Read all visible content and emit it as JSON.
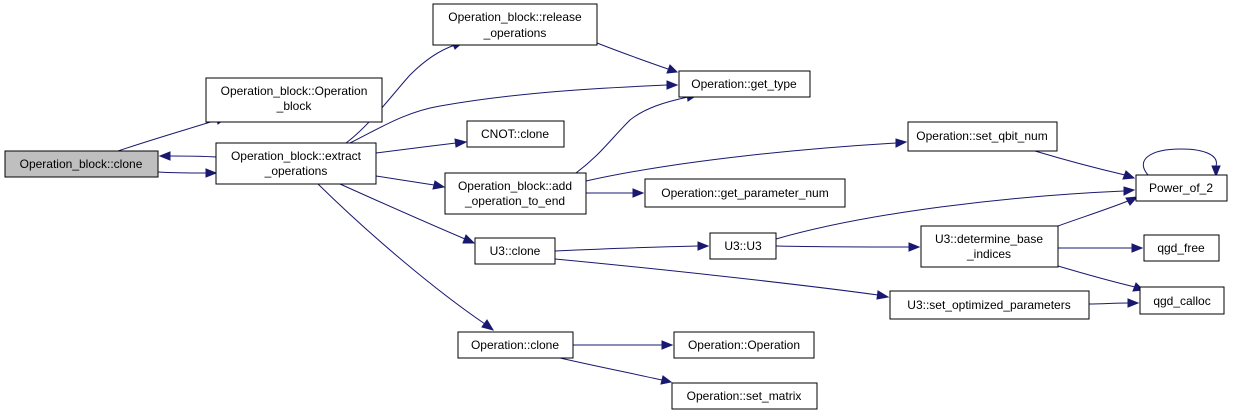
{
  "graph": {
    "nodes": {
      "ob_clone": {
        "lines": [
          "Operation_block::clone"
        ]
      },
      "ob_ctor": {
        "lines": [
          "Operation_block::Operation",
          "_block"
        ]
      },
      "ob_extract": {
        "lines": [
          "Operation_block::extract",
          "_operations"
        ]
      },
      "ob_release": {
        "lines": [
          "Operation_block::release",
          "_operations"
        ]
      },
      "op_get_type": {
        "lines": [
          "Operation::get_type"
        ]
      },
      "cnot_clone": {
        "lines": [
          "CNOT::clone"
        ]
      },
      "ob_add": {
        "lines": [
          "Operation_block::add",
          "_operation_to_end"
        ]
      },
      "op_set_qbit": {
        "lines": [
          "Operation::set_qbit_num"
        ]
      },
      "op_get_param": {
        "lines": [
          "Operation::get_parameter_num"
        ]
      },
      "power2": {
        "lines": [
          "Power_of_2"
        ]
      },
      "u3_clone": {
        "lines": [
          "U3::clone"
        ]
      },
      "u3_u3": {
        "lines": [
          "U3::U3"
        ]
      },
      "u3_det": {
        "lines": [
          "U3::determine_base",
          "_indices"
        ]
      },
      "qgd_free": {
        "lines": [
          "qgd_free"
        ]
      },
      "u3_setopt": {
        "lines": [
          "U3::set_optimized_parameters"
        ]
      },
      "qgd_calloc": {
        "lines": [
          "qgd_calloc"
        ]
      },
      "op_clone": {
        "lines": [
          "Operation::clone"
        ]
      },
      "op_ctor": {
        "lines": [
          "Operation::Operation"
        ]
      },
      "op_setmat": {
        "lines": [
          "Operation::set_matrix"
        ]
      }
    },
    "edges": [
      [
        "ob_clone",
        "ob_ctor"
      ],
      [
        "ob_clone",
        "ob_extract"
      ],
      [
        "ob_extract",
        "ob_clone"
      ],
      [
        "ob_extract",
        "ob_release"
      ],
      [
        "ob_extract",
        "op_get_type"
      ],
      [
        "ob_extract",
        "cnot_clone"
      ],
      [
        "ob_extract",
        "ob_add"
      ],
      [
        "ob_extract",
        "u3_clone"
      ],
      [
        "ob_extract",
        "op_clone"
      ],
      [
        "ob_release",
        "op_get_type"
      ],
      [
        "ob_add",
        "op_get_type"
      ],
      [
        "ob_add",
        "op_set_qbit"
      ],
      [
        "ob_add",
        "op_get_param"
      ],
      [
        "op_set_qbit",
        "power2"
      ],
      [
        "power2",
        "power2"
      ],
      [
        "u3_clone",
        "u3_u3"
      ],
      [
        "u3_clone",
        "u3_setopt"
      ],
      [
        "u3_u3",
        "power2"
      ],
      [
        "u3_u3",
        "u3_det"
      ],
      [
        "u3_det",
        "power2"
      ],
      [
        "u3_det",
        "qgd_free"
      ],
      [
        "u3_det",
        "qgd_calloc"
      ],
      [
        "u3_setopt",
        "qgd_calloc"
      ],
      [
        "op_clone",
        "op_ctor"
      ],
      [
        "op_clone",
        "op_setmat"
      ]
    ]
  },
  "colors": {
    "edge": "#191970",
    "root_fill": "#bfbfbf",
    "node_fill": "#ffffff",
    "node_border": "#000000"
  }
}
